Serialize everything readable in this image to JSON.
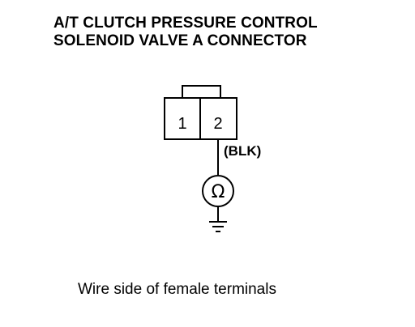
{
  "title": {
    "line1": "A/T CLUTCH PRESSURE CONTROL",
    "line2": "SOLENOID VALVE A CONNECTOR"
  },
  "connector": {
    "terminals": [
      "1",
      "2"
    ]
  },
  "wire": {
    "color_label": "(BLK)"
  },
  "meter": {
    "symbol": "Ω"
  },
  "caption": "Wire side of female terminals"
}
